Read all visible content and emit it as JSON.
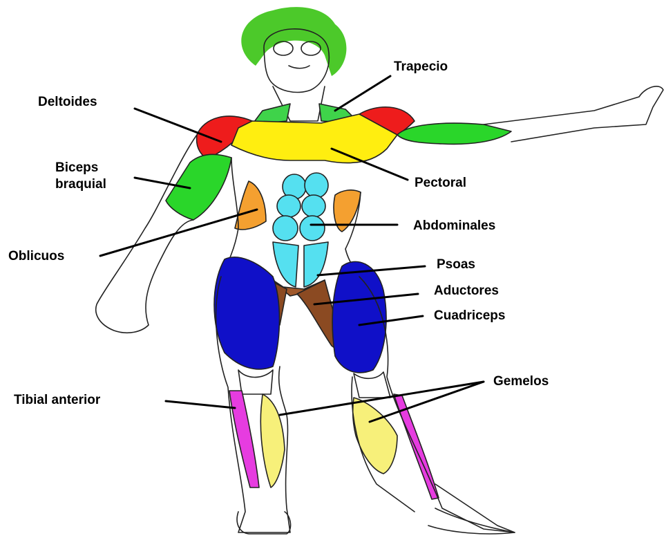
{
  "labels": {
    "trapecio": "Trapecio",
    "deltoides": "Deltoides",
    "biceps_1": "Biceps",
    "biceps_2": "braquial",
    "pectoral": "Pectoral",
    "abdominales": "Abdominales",
    "oblicuos": "Oblicuos",
    "psoas": "Psoas",
    "aductores": "Aductores",
    "cuadriceps": "Cuadriceps",
    "gemelos": "Gemelos",
    "tibial_anterior": "Tibial anterior"
  },
  "muscle_colors": {
    "hair": "#4cc92a",
    "trapecio": "#3fd34a",
    "deltoides": "#ee1c1c",
    "biceps": "#2ad62a",
    "pectoral": "#ffee10",
    "abdominales": "#55e0f0",
    "oblicuos": "#f4a030",
    "psoas": "#a0582a",
    "aductores": "#8b4a22",
    "cuadriceps": "#1010c8",
    "gemelos": "#f7f07a",
    "tibial_anterior": "#e63ce0"
  }
}
